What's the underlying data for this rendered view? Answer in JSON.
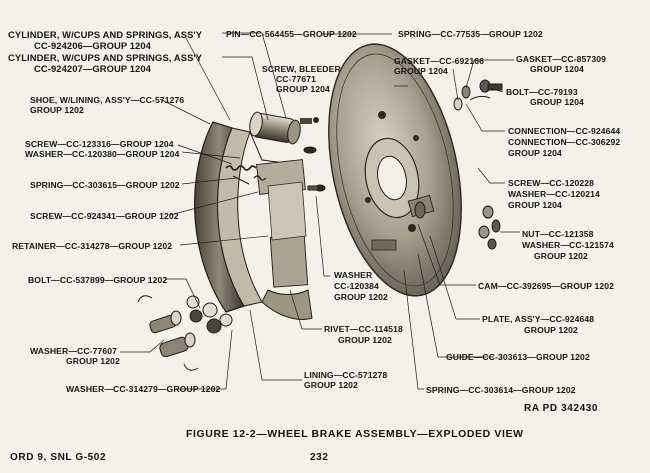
{
  "labels": {
    "cyl1a": "CYLINDER, W/CUPS AND SPRINGS, ASS'Y",
    "cyl1b": "CC-924206—GROUP 1204",
    "cyl2a": "CYLINDER, W/CUPS AND SPRINGS, ASS'Y",
    "cyl2b": "CC-924207—GROUP 1204",
    "shoe_a": "SHOE, W/LINING, ASS'Y—CC-571276",
    "shoe_b": "GROUP 1202",
    "screw1": "SCREW—CC-123316—GROUP 1204",
    "washer1": "WASHER—CC-120380—GROUP 1204",
    "spring1": "SPRING—CC-303615—GROUP 1202",
    "screw2": "SCREW—CC-924341—GROUP 1202",
    "retainer": "RETAINER—CC-314278—GROUP 1202",
    "bolt1": "BOLT—CC-537899—GROUP 1202",
    "washer2a": "WASHER—CC-77607",
    "washer2b": "GROUP 1202",
    "washer3": "WASHER—CC-314279—GROUP 1202",
    "pin": "PIN—CC-564455—GROUP 1202",
    "spring_top": "SPRING—CC-77535—GROUP 1202",
    "bleeder_a": "SCREW, BLEEDER",
    "bleeder_b": "CC-77671",
    "bleeder_c": "GROUP 1204",
    "gasket1a": "GASKET—CC-692166",
    "gasket1b": "GROUP 1204",
    "gasket2a": "GASKET—CC-857309",
    "gasket2b": "GROUP 1204",
    "bolt2a": "BOLT—CC-79193",
    "bolt2b": "GROUP 1204",
    "conn1": "CONNECTION—CC-924644",
    "conn2": "CONNECTION—CC-306292",
    "conn3": "GROUP 1204",
    "screw3a": "SCREW—CC-120228",
    "washer4": "WASHER—CC-120214",
    "screw3c": "GROUP 1204",
    "nut": "NUT—CC-121358",
    "washer5": "WASHER—CC-121574",
    "nut_g": "GROUP 1202",
    "washer6a": "WASHER",
    "washer6b": "CC-120384",
    "washer6c": "GROUP 1202",
    "cam": "CAM—CC-392695—GROUP 1202",
    "plate_a": "PLATE, ASS'Y—CC-924648",
    "plate_b": "GROUP 1202",
    "rivet_a": "RIVET—CC-114518",
    "rivet_b": "GROUP 1202",
    "guide": "GUIDE—CC-303613—GROUP 1202",
    "lining_a": "LINING—CC-571278",
    "lining_b": "GROUP 1202",
    "spring_bot": "SPRING—CC-303614—GROUP 1202"
  },
  "ra_pd": "RA PD  342430",
  "caption": "FIGURE 12-2—WHEEL BRAKE ASSEMBLY—EXPLODED VIEW",
  "footer_left": "ORD 9, SNL G-502",
  "page_number": "232"
}
